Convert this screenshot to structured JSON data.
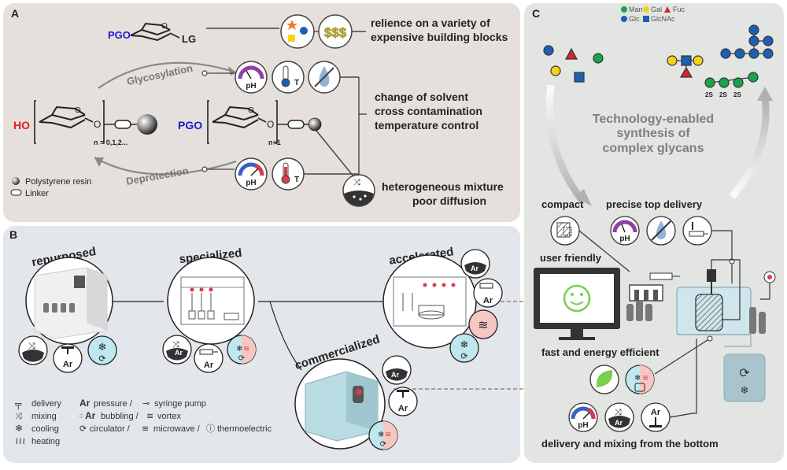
{
  "panelA": {
    "letter": "A",
    "pgo_top": "PGO",
    "lg": "LG",
    "cost_note_1": "relience on a variety of",
    "cost_note_2": "expensive building blocks",
    "dollars": "$$$",
    "glycosylation": "Glycosylation",
    "deprotection": "Deprotection",
    "ho": "HO",
    "pgo_right": "PGO",
    "n_left": "n = 0,1,2...",
    "n_right": "n+1",
    "issues_1": "change of solvent",
    "issues_2": "cross contamination",
    "issues_3": "temperature control",
    "mix_1": "heterogeneous mixture",
    "mix_2": "poor diffusion",
    "legend_resin": "Polystyrene resin",
    "legend_linker": "Linker",
    "ph": "pH",
    "t": "T"
  },
  "panelB": {
    "letter": "B",
    "repurposed": "repurposed",
    "specialized": "specialized",
    "accelerated": "accelerated",
    "commercialized": "commercialized",
    "ar": "Ar",
    "legend": {
      "delivery": "delivery",
      "mixing": "mixing",
      "cooling": "cooling",
      "heating": "heating",
      "pressure": "pressure /",
      "syringe": "syringe pump",
      "bubbling": "bubbling /",
      "vortex": "vortex",
      "circulator": "circulator /",
      "microwave": "microwave /",
      "thermoelectric": "thermoelectric"
    }
  },
  "panelC": {
    "letter": "C",
    "sugar_legend": [
      "Man",
      "Gal",
      "Fuc",
      "Glc",
      "GlcNAc"
    ],
    "sulfate": [
      "2S",
      "2S",
      "2S"
    ],
    "headline": [
      "Technology-enabled",
      "synthesis of",
      "complex glycans"
    ],
    "compact": "compact",
    "precise": "precise top delivery",
    "user_friendly": "user friendly",
    "fast": "fast and energy efficient",
    "bottom": "delivery and mixing from the bottom",
    "ph": "pH",
    "ar": "Ar"
  },
  "colors": {
    "panelA_bg": "#e5e0dc",
    "panelB_bg": "#e3e6ea",
    "panelC_bg": "#e2e5e1",
    "man": "#19a44a",
    "gal": "#f4d21a",
    "fuc": "#d7262f",
    "glc": "#1d5fb4",
    "glcnac": "#1d5fb4",
    "pgo_blue": "#1b1bd8",
    "ho_red": "#e41e1e",
    "cooling": "#bfe7f0",
    "heating": "#f5c7c3"
  }
}
